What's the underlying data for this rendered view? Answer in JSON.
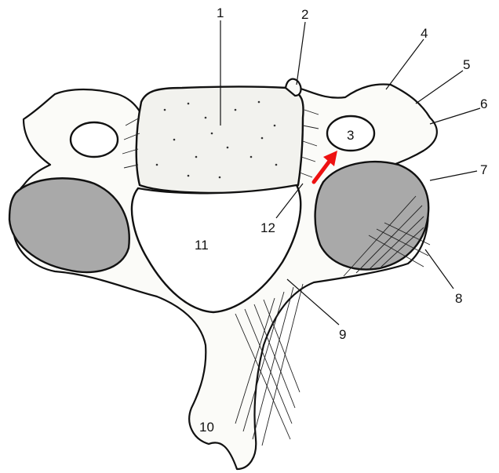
{
  "labels": [
    "1",
    "2",
    "3",
    "4",
    "5",
    "6",
    "7",
    "8",
    "9",
    "10",
    "11",
    "12"
  ],
  "colors": {
    "ink": "#111111",
    "facet": "#a9a9a9",
    "arrow": "#ee1111"
  },
  "icons": {
    "arrow": "red-arrow-icon"
  }
}
